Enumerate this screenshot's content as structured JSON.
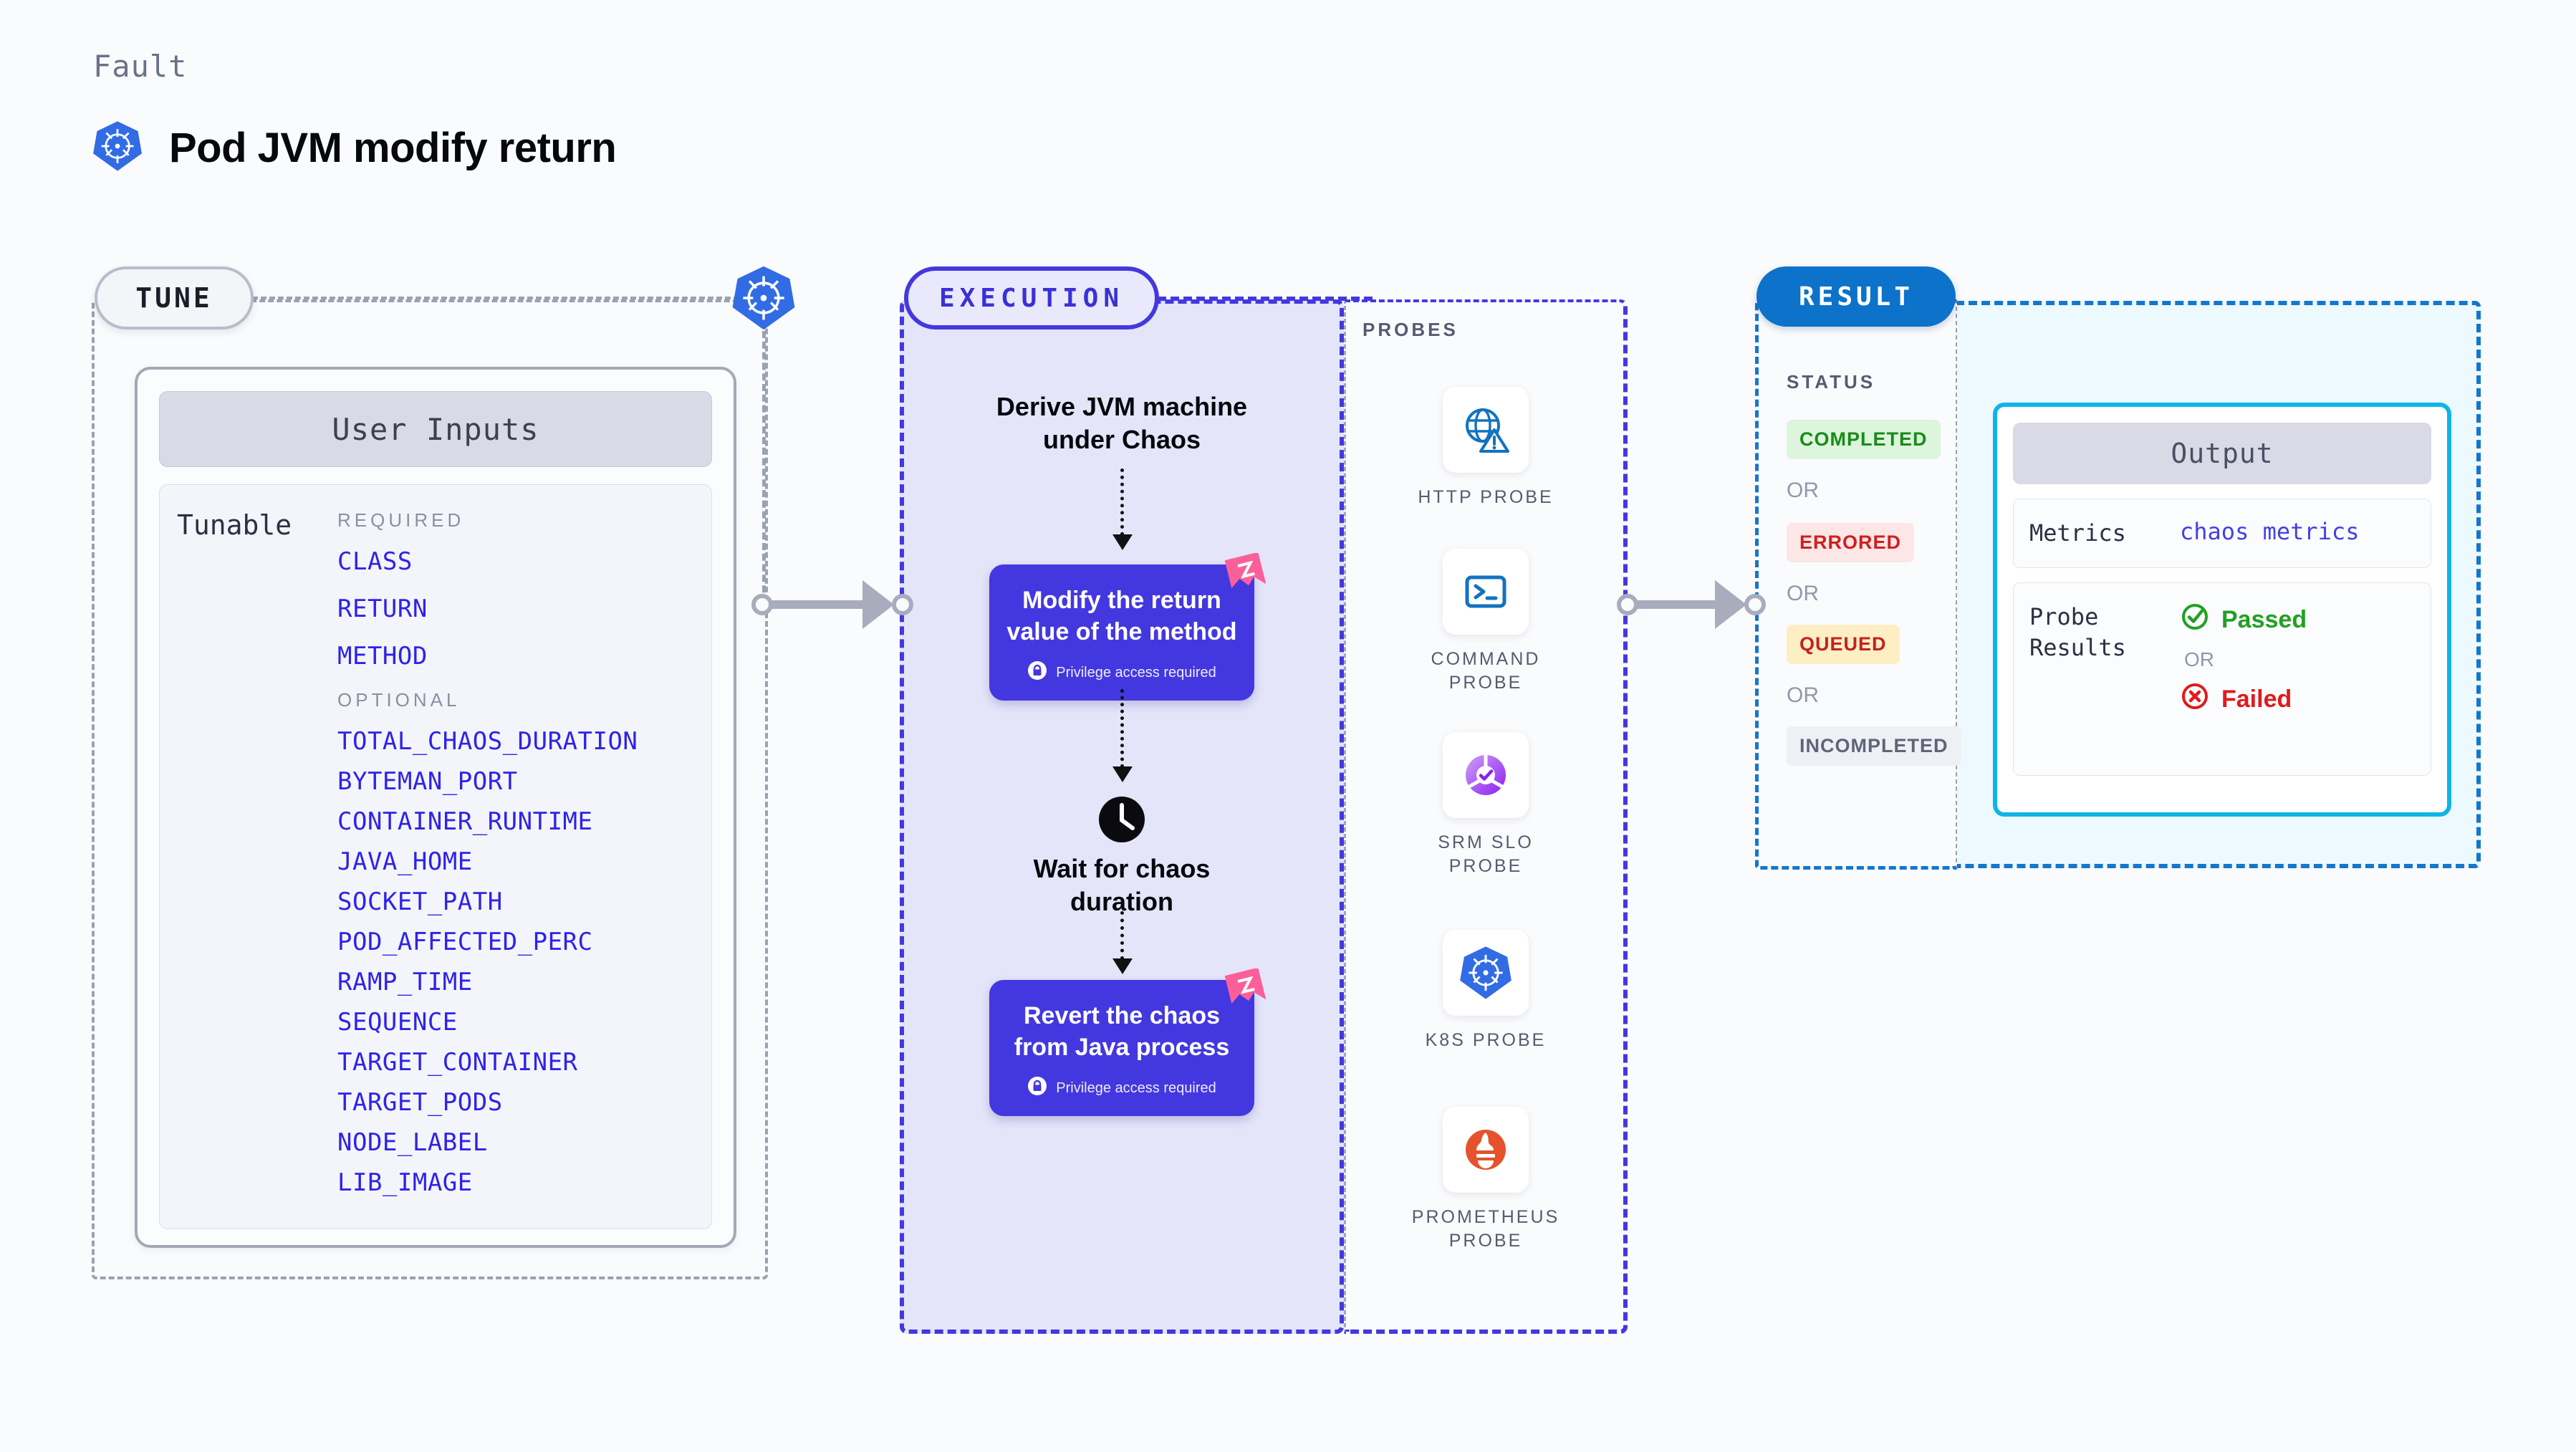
{
  "header": {
    "eyebrow": "Fault",
    "title": "Pod JVM modify return",
    "icon": "kubernetes-icon"
  },
  "tune": {
    "chip_label": "TUNE",
    "node_icon": "kubernetes-icon",
    "card": {
      "header": "User Inputs",
      "row_label": "Tunable",
      "required_caption": "REQUIRED",
      "required": [
        "CLASS",
        "RETURN",
        "METHOD"
      ],
      "optional_caption": "OPTIONAL",
      "optional": [
        "TOTAL_CHAOS_DURATION",
        "BYTEMAN_PORT",
        "CONTAINER_RUNTIME",
        "JAVA_HOME",
        "SOCKET_PATH",
        "POD_AFFECTED_PERC",
        "RAMP_TIME",
        "SEQUENCE",
        "TARGET_CONTAINER",
        "TARGET_PODS",
        "NODE_LABEL",
        "LIB_IMAGE"
      ]
    }
  },
  "execution": {
    "chip_label": "EXECUTION",
    "derive_line1": "Derive JVM machine",
    "derive_line2": "under Chaos",
    "step1": {
      "line1": "Modify the return",
      "line2": "value of the method",
      "privilege": "Privilege access required",
      "lock_icon": "lock-icon",
      "ribbon_icon": "ribbon-flag-icon"
    },
    "wait": {
      "icon": "clock-icon",
      "line1": "Wait for chaos",
      "line2": "duration"
    },
    "step2": {
      "line1": "Revert the chaos",
      "line2": "from Java process",
      "privilege": "Privilege access required",
      "lock_icon": "lock-icon",
      "ribbon_icon": "ribbon-flag-icon"
    }
  },
  "probes": {
    "caption": "PROBES",
    "items": [
      {
        "label_line1": "HTTP PROBE",
        "label_line2": "",
        "icon": "globe-warning-icon"
      },
      {
        "label_line1": "COMMAND",
        "label_line2": "PROBE",
        "icon": "terminal-icon"
      },
      {
        "label_line1": "SRM SLO",
        "label_line2": "PROBE",
        "icon": "slo-donut-check-icon"
      },
      {
        "label_line1": "K8S PROBE",
        "label_line2": "",
        "icon": "kubernetes-icon"
      },
      {
        "label_line1": "PROMETHEUS",
        "label_line2": "PROBE",
        "icon": "prometheus-icon"
      }
    ]
  },
  "result": {
    "chip_label": "RESULT",
    "status_caption": "STATUS",
    "or_label": "OR",
    "statuses": [
      {
        "label": "COMPLETED",
        "bg": "#dcf5dc",
        "fg": "#1b8a1b"
      },
      {
        "label": "ERRORED",
        "bg": "#fce6e6",
        "fg": "#cf2020"
      },
      {
        "label": "QUEUED",
        "bg": "#fdeec3",
        "fg": "#c22222"
      },
      {
        "label": "INCOMPLETED",
        "bg": "#eef0f5",
        "fg": "#5f6578"
      }
    ],
    "output": {
      "header": "Output",
      "metrics_key": "Metrics",
      "metrics_value": "chaos metrics",
      "probe_key_line1": "Probe",
      "probe_key_line2": "Results",
      "passed_label": "Passed",
      "passed_icon": "check-circle-icon",
      "failed_label": "Failed",
      "failed_icon": "x-circle-icon",
      "or_label": "OR"
    }
  },
  "colors": {
    "accent_indigo": "#4338e0",
    "accent_blue": "#0d72c9",
    "accent_cyan": "#0fb4e8",
    "param_blue": "#2f22e8",
    "pink_ribbon": "#fb5f9a"
  }
}
